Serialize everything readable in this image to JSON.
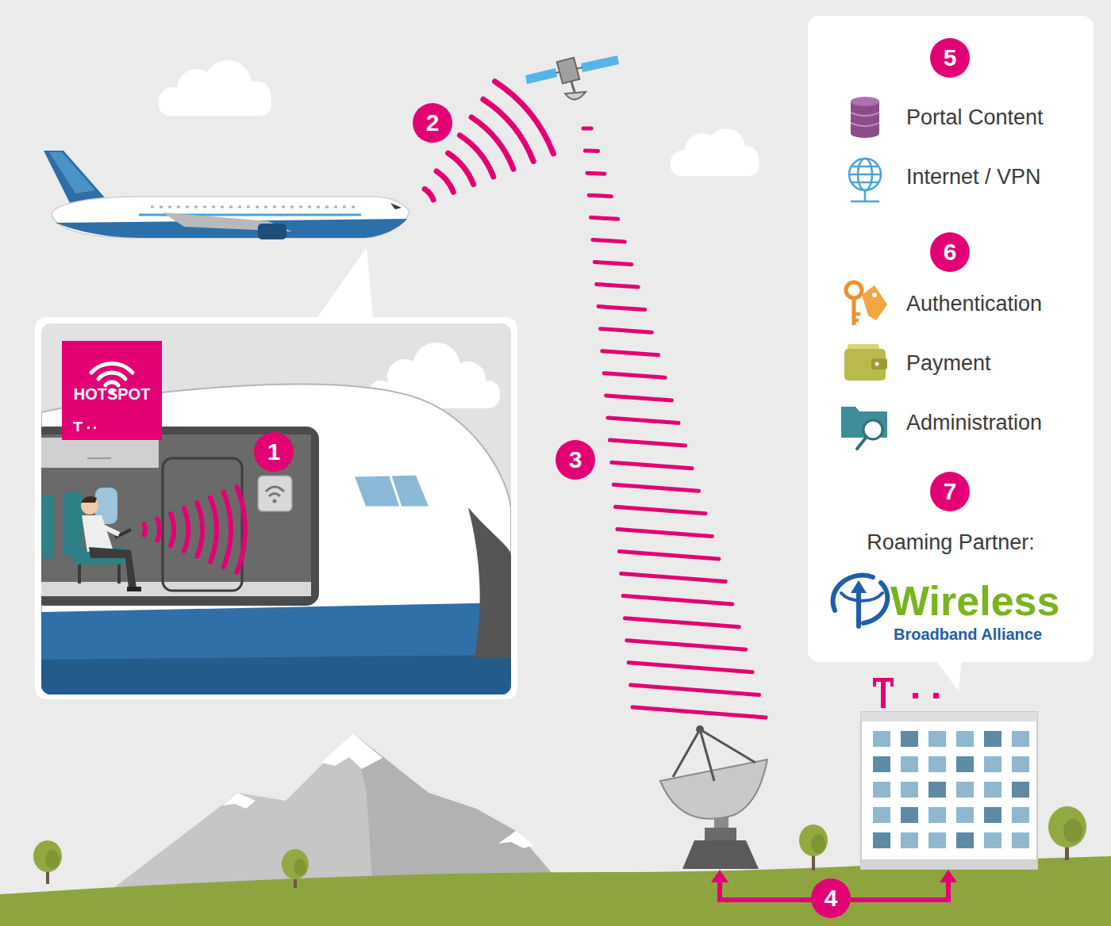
{
  "diagram": {
    "nodes": [
      {
        "text": [
          "HOTSPOT"
        ]
      },
      {
        "text": [
          "Portal Content",
          "Internet / VPN",
          "Authentication",
          "Payment",
          "Administration",
          "Roaming Partner:",
          "Wireless",
          "Broadband Alliance"
        ]
      }
    ],
    "labels": [
      "1",
      "2",
      "3",
      "4",
      "5",
      "6",
      "7"
    ]
  }
}
